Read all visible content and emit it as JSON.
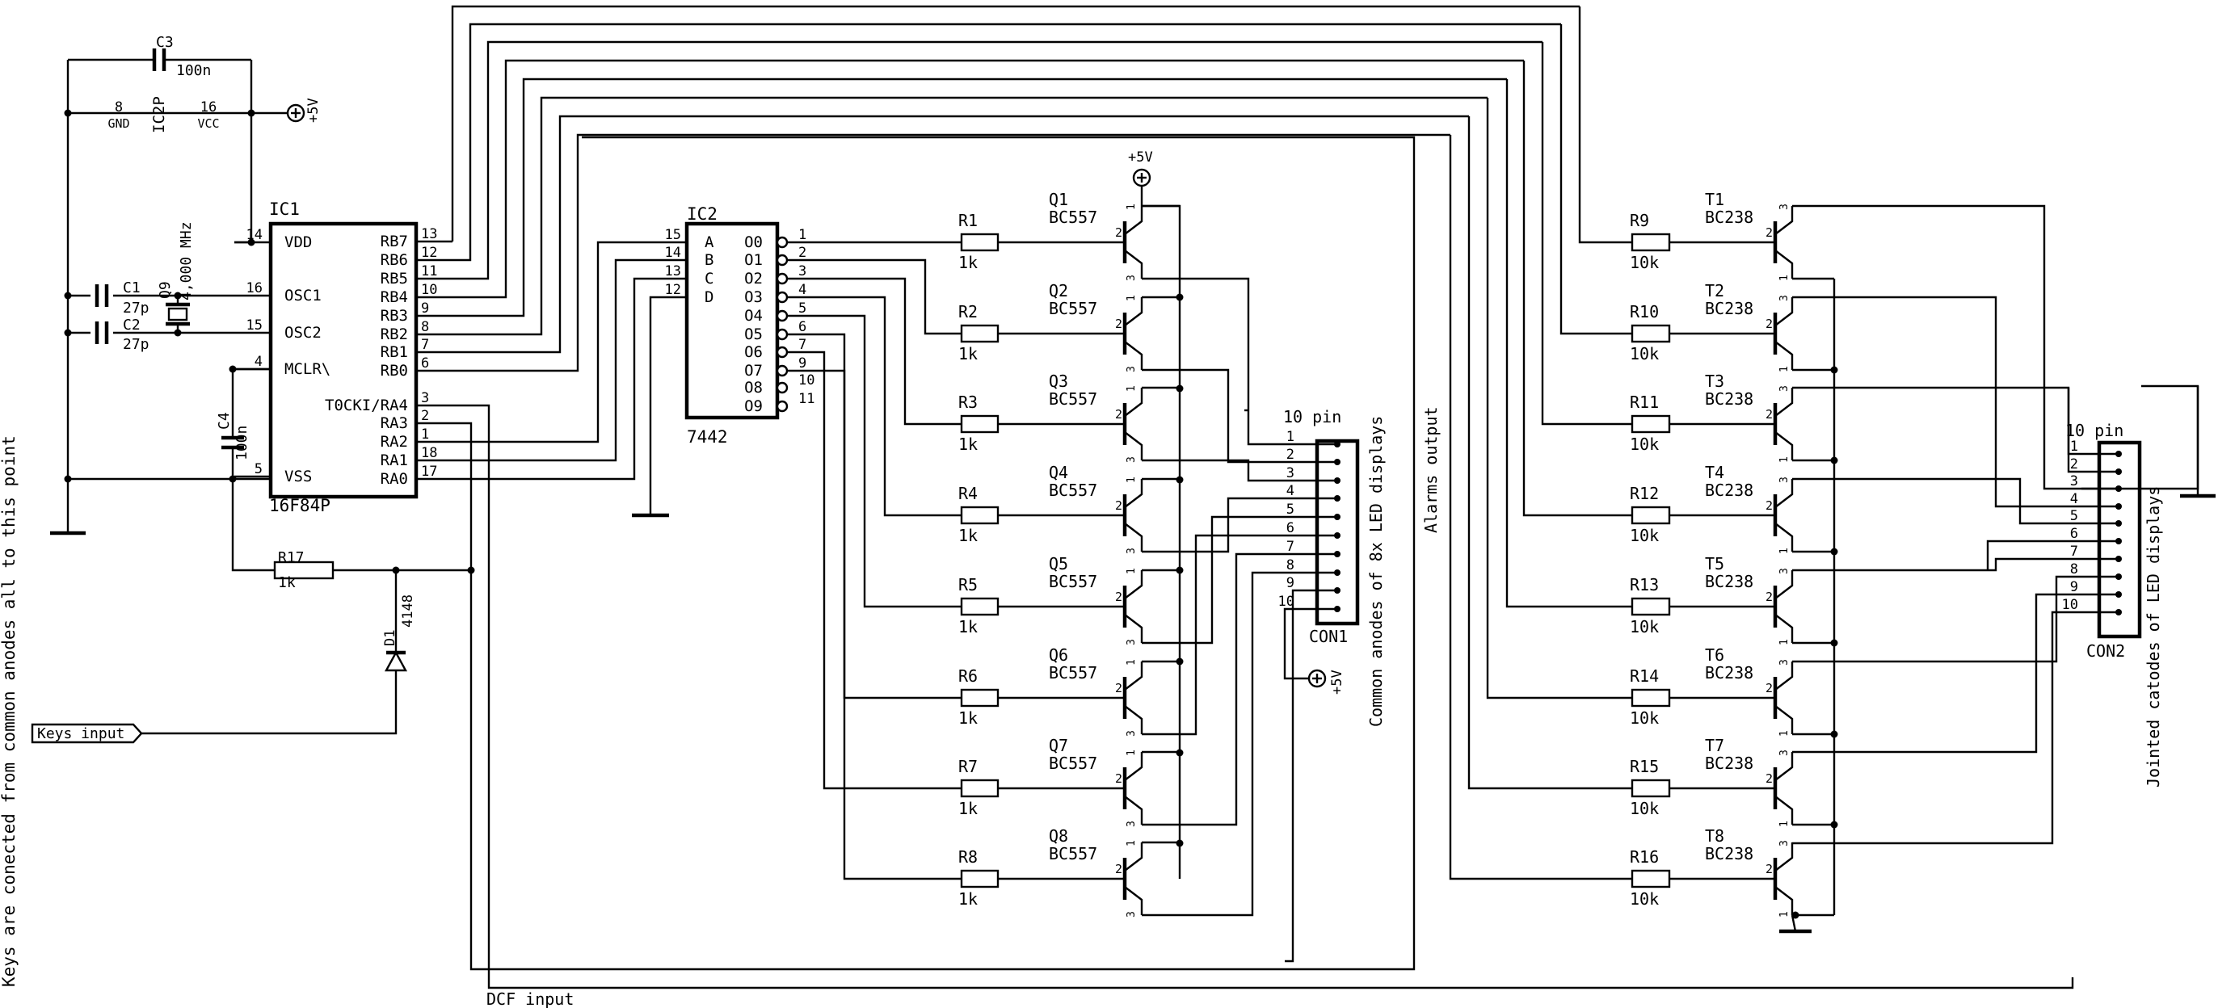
{
  "labels": {
    "ic1": {
      "ref": "IC1",
      "part": "16F84P",
      "left_pins": [
        {
          "name": "VDD",
          "num": "14"
        },
        {
          "name": "OSC1",
          "num": "16"
        },
        {
          "name": "OSC2",
          "num": "15"
        },
        {
          "name": "MCLR\\",
          "num": "4"
        },
        {
          "name": "VSS",
          "num": "5"
        }
      ],
      "right_pins": [
        {
          "name": "RB7",
          "num": "13"
        },
        {
          "name": "RB6",
          "num": "12"
        },
        {
          "name": "RB5",
          "num": "11"
        },
        {
          "name": "RB4",
          "num": "10"
        },
        {
          "name": "RB3",
          "num": "9"
        },
        {
          "name": "RB2",
          "num": "8"
        },
        {
          "name": "RB1",
          "num": "7"
        },
        {
          "name": "RB0",
          "num": "6"
        },
        {
          "name": "T0CKI/RA4",
          "num": "3"
        },
        {
          "name": "RA3",
          "num": "2"
        },
        {
          "name": "RA2",
          "num": "1"
        },
        {
          "name": "RA1",
          "num": "18"
        },
        {
          "name": "RA0",
          "num": "17"
        }
      ]
    },
    "ic2": {
      "ref": "IC2",
      "part": "7442",
      "left_pins": [
        {
          "name": "A",
          "num": "15"
        },
        {
          "name": "B",
          "num": "14"
        },
        {
          "name": "C",
          "num": "13"
        },
        {
          "name": "D",
          "num": "12"
        }
      ],
      "right_pins": [
        {
          "name": "O0",
          "num": "1"
        },
        {
          "name": "O1",
          "num": "2"
        },
        {
          "name": "O2",
          "num": "3"
        },
        {
          "name": "O3",
          "num": "4"
        },
        {
          "name": "O4",
          "num": "5"
        },
        {
          "name": "O5",
          "num": "6"
        },
        {
          "name": "O6",
          "num": "7"
        },
        {
          "name": "O7",
          "num": "9"
        },
        {
          "name": "O8",
          "num": "10"
        },
        {
          "name": "O9",
          "num": "11"
        }
      ]
    },
    "ic2p": {
      "ref": "IC2P",
      "gnd": "GND",
      "vcc": "VCC",
      "gnd_pin": "8",
      "vcc_pin": "16"
    },
    "c1": {
      "ref": "C1",
      "val": "27p"
    },
    "c2": {
      "ref": "C2",
      "val": "27p"
    },
    "c3": {
      "ref": "C3",
      "val": "100n"
    },
    "c4": {
      "ref": "C4",
      "val": "100n"
    },
    "q9": {
      "ref": "Q9",
      "val": "4,000 MHz"
    },
    "r17": {
      "ref": "R17",
      "val": "1k"
    },
    "d1": {
      "ref": "D1",
      "val": "4148"
    },
    "supply": "+5V",
    "pnp": [
      {
        "q": "Q1",
        "type": "BC557",
        "r": "R1",
        "rv": "1k"
      },
      {
        "q": "Q2",
        "type": "BC557",
        "r": "R2",
        "rv": "1k"
      },
      {
        "q": "Q3",
        "type": "BC557",
        "r": "R3",
        "rv": "1k"
      },
      {
        "q": "Q4",
        "type": "BC557",
        "r": "R4",
        "rv": "1k"
      },
      {
        "q": "Q5",
        "type": "BC557",
        "r": "R5",
        "rv": "1k"
      },
      {
        "q": "Q6",
        "type": "BC557",
        "r": "R6",
        "rv": "1k"
      },
      {
        "q": "Q7",
        "type": "BC557",
        "r": "R7",
        "rv": "1k"
      },
      {
        "q": "Q8",
        "type": "BC557",
        "r": "R8",
        "rv": "1k"
      }
    ],
    "npn": [
      {
        "q": "T1",
        "type": "BC238",
        "r": "R9",
        "rv": "10k"
      },
      {
        "q": "T2",
        "type": "BC238",
        "r": "R10",
        "rv": "10k"
      },
      {
        "q": "T3",
        "type": "BC238",
        "r": "R11",
        "rv": "10k"
      },
      {
        "q": "T4",
        "type": "BC238",
        "r": "R12",
        "rv": "10k"
      },
      {
        "q": "T5",
        "type": "BC238",
        "r": "R13",
        "rv": "10k"
      },
      {
        "q": "T6",
        "type": "BC238",
        "r": "R14",
        "rv": "10k"
      },
      {
        "q": "T7",
        "type": "BC238",
        "r": "R15",
        "rv": "10k"
      },
      {
        "q": "T8",
        "type": "BC238",
        "r": "R16",
        "rv": "10k"
      }
    ],
    "transistor_pins": [
      "1",
      "2",
      "3"
    ],
    "con1": {
      "ref": "CON1",
      "header": "10 pin",
      "pins": [
        "1",
        "2",
        "3",
        "4",
        "5",
        "6",
        "7",
        "8",
        "9",
        "10"
      ]
    },
    "con2": {
      "ref": "CON2",
      "header": "10 pin",
      "pins": [
        "1",
        "2",
        "3",
        "4",
        "5",
        "6",
        "7",
        "8",
        "9",
        "10"
      ]
    },
    "text": {
      "keys_input": "Keys input",
      "dcf_input": "DCF input",
      "keys_note": "Keys are conected from common anodes all to this point",
      "common_anodes": "Common anodes of 8x LED displays",
      "alarms_output": "Alarms output",
      "jointed_catodes": "Jointed catodes of LED displays"
    }
  }
}
